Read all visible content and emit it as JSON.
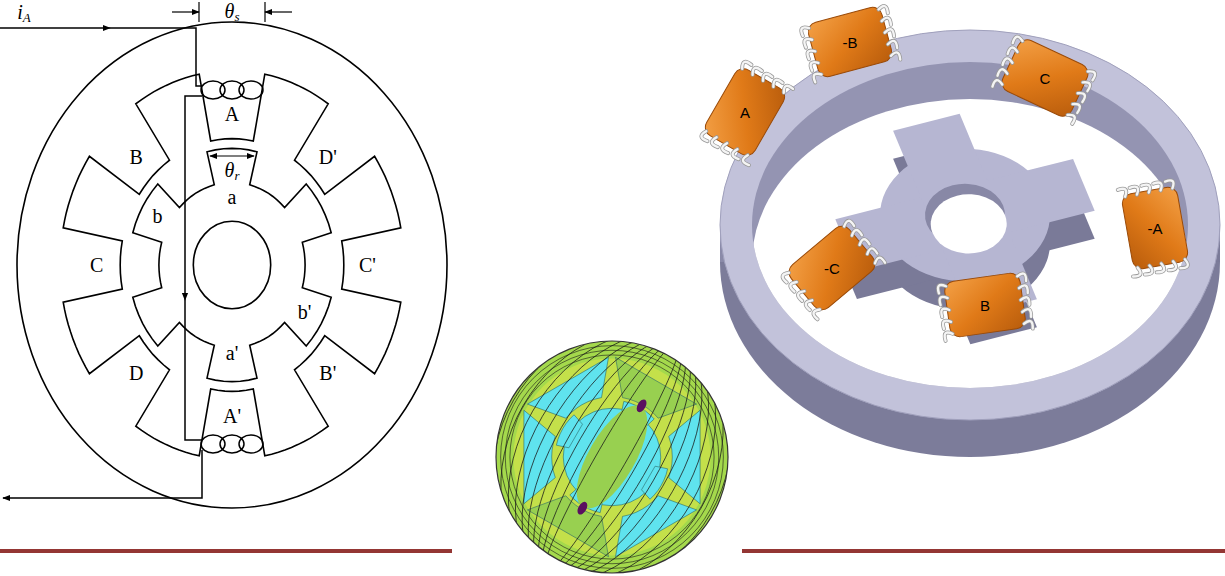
{
  "diagram": {
    "labels": [
      "iA",
      "θs",
      "A",
      "B",
      "D'",
      "θr",
      "a",
      "b",
      "C",
      "C'",
      "b'",
      "D",
      "B'",
      "a'",
      "A'",
      "-B",
      "A",
      "C",
      "-C",
      "-A",
      "B"
    ]
  }
}
